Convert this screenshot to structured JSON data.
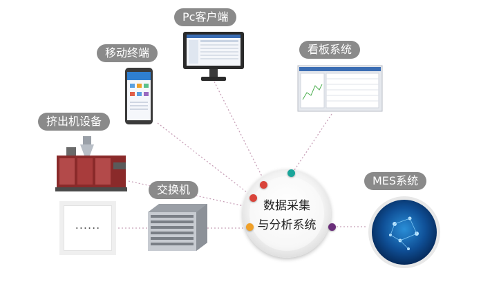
{
  "labels": {
    "pc_client": "Pc客户端",
    "mobile": "移动终端",
    "board": "看板系统",
    "extruder": "挤出机设备",
    "switch": "交换机",
    "mes": "MES系统",
    "placeholder": "......"
  },
  "hub": {
    "line1": "数据采集",
    "line2": "与分析系统"
  },
  "colors": {
    "pill_bg": "#8a8a8a",
    "dot_teal": "#1aa59a",
    "dot_red": "#d9443a",
    "dot_orange": "#f0a028",
    "dot_purple": "#6a2f7a",
    "connector": "#c8a0b8"
  },
  "icons": {
    "pc": "monitor-icon",
    "mobile": "smartphone-icon",
    "board": "dashboard-screen-icon",
    "extruder": "extruder-machine-icon",
    "switch": "network-switch-icon",
    "mes": "mes-globe-icon"
  }
}
